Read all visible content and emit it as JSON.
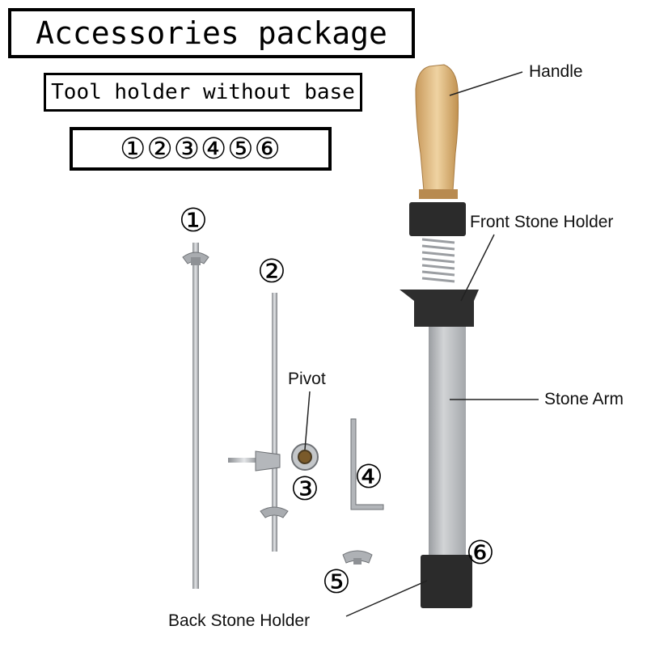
{
  "header": {
    "title": "Accessories package",
    "subtitle": "Tool holder without base",
    "numbers": "①②③④⑤⑥"
  },
  "callouts": {
    "handle": "Handle",
    "front_stone_holder": "Front Stone Holder",
    "pivot": "Pivot",
    "stone_arm": "Stone Arm",
    "back_stone_holder": "Back Stone Holder"
  },
  "parts": {
    "n1": "①",
    "n2": "②",
    "n3": "③",
    "n4": "④",
    "n5": "⑤",
    "n6": "⑥"
  },
  "colors": {
    "wood": "#d9b47c",
    "black_plastic": "#2b2b2b",
    "steel": "#b9bcc0"
  }
}
